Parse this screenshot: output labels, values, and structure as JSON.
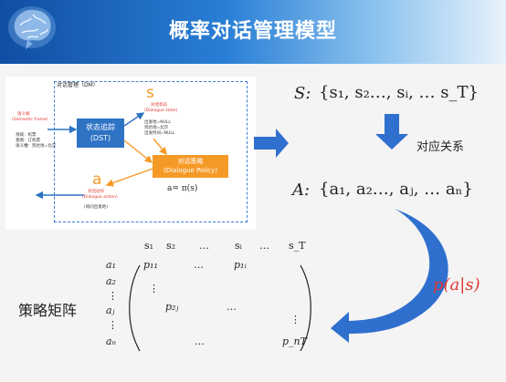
{
  "header": {
    "title": "概率对话管理模型"
  },
  "dm": {
    "panel_title": "对话管理（DM）",
    "semantic_frame": {
      "title_zh": "语义帧",
      "title_en": "(Semantic frame)",
      "lines": [
        "领域：机票",
        "意图：订机票",
        "语义槽：到达地=北京"
      ]
    },
    "state": {
      "letter": "s",
      "title_zh": "对话状态",
      "title_en": "(Dialogue state)",
      "lines": [
        "出发地=NULL",
        "到达地=北京",
        "出发时间=NULL"
      ]
    },
    "dst": {
      "label_zh": "状态追踪",
      "label_en": "(DST)"
    },
    "policy": {
      "label_zh": "对话策略",
      "label_en": "(Dialogue Policy)"
    },
    "action": {
      "letter": "a",
      "title_zh": "对话动作",
      "title_en": "(Dialogue action)",
      "line": "(询问出发地)"
    },
    "policy_formula": "a= π(s)"
  },
  "right": {
    "s_label": "S:",
    "s_set": "{s₁, s₂…, sᵢ, … s_T}",
    "relation": "对应关系",
    "a_label": "A:",
    "a_set": "{a₁, a₂…, aⱼ, … aₙ}",
    "probability": "p(a|s)"
  },
  "matrix": {
    "label": "策略矩阵",
    "col_headers": [
      "s₁",
      "s₂",
      "…",
      "sᵢ",
      "…",
      "s_T"
    ],
    "row_headers": [
      "a₁",
      "a₂",
      "⋮",
      "aⱼ",
      "⋮",
      "aₙ"
    ],
    "cells": {
      "p11": "p₁₁",
      "p1i": "p₁ᵢ",
      "p2j": "p₂ⱼ",
      "pnT": "p_nT",
      "hdots": "…",
      "vdots": "⋮"
    }
  },
  "colors": {
    "header_dark": "#0f4ea3",
    "dst_blue": "#2e73c4",
    "policy_orange": "#f59a27",
    "arrow_blue": "#2f6fce",
    "prob_red": "#e2352f"
  }
}
